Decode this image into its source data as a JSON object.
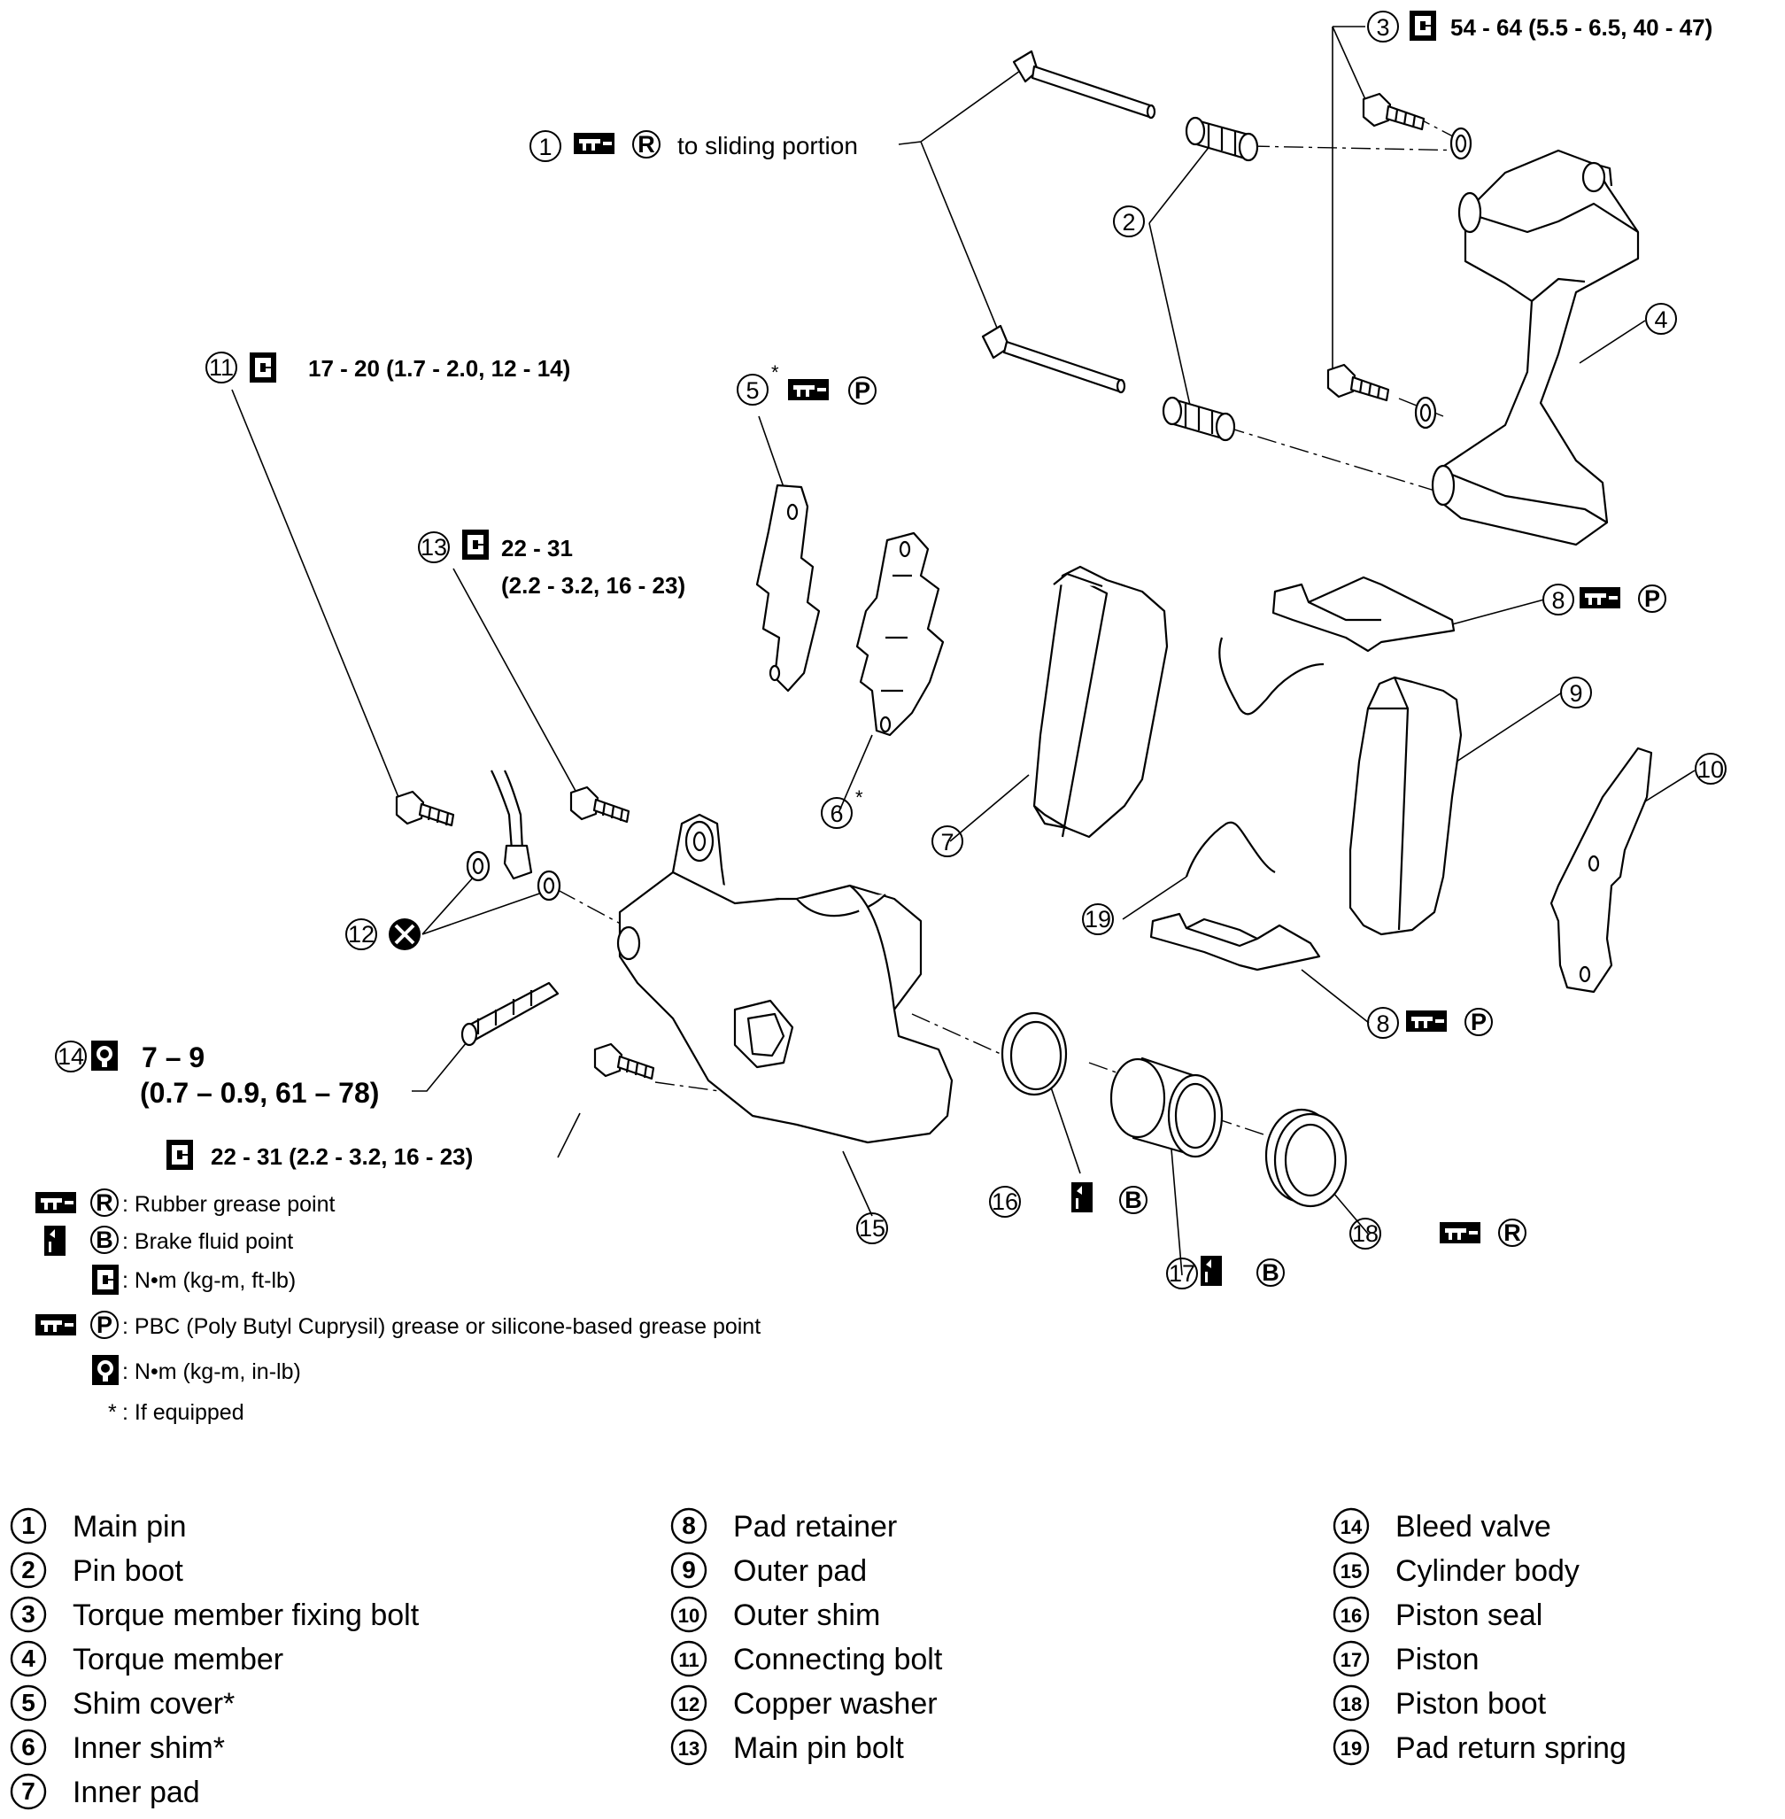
{
  "callouts": {
    "c1": {
      "num": "1",
      "text": "to sliding portion"
    },
    "c2": {
      "num": "2"
    },
    "c3": {
      "num": "3",
      "torque": "54 - 64 (5.5 - 6.5, 40 - 47)"
    },
    "c4": {
      "num": "4"
    },
    "c5": {
      "num": "5",
      "star": "*"
    },
    "c6": {
      "num": "6",
      "star": "*"
    },
    "c7": {
      "num": "7"
    },
    "c8a": {
      "num": "8"
    },
    "c8b": {
      "num": "8"
    },
    "c9": {
      "num": "9"
    },
    "c10": {
      "num": "10"
    },
    "c11": {
      "num": "11",
      "torque": "17 - 20 (1.7 - 2.0, 12 - 14)"
    },
    "c12": {
      "num": "12"
    },
    "c13": {
      "num": "13",
      "torque_line1": "22 - 31",
      "torque_line2": "(2.2 - 3.2, 16 - 23)"
    },
    "c14": {
      "num": "14",
      "torque_line1": "7 – 9",
      "torque_line2": "(0.7 – 0.9, 61 – 78)"
    },
    "c15": {
      "num": "15",
      "torque": "22 - 31 (2.2 - 3.2, 16 - 23)"
    },
    "c16": {
      "num": "16"
    },
    "c17": {
      "num": "17"
    },
    "c18": {
      "num": "18"
    },
    "c19": {
      "num": "19"
    }
  },
  "symbols": {
    "R": "R",
    "P": "P",
    "B": "B"
  },
  "key": {
    "rubber_grease": ": Rubber grease point",
    "brake_fluid": ": Brake fluid point",
    "torque_ftlb": ": N•m (kg-m, ft-lb)",
    "pbc": ": PBC (Poly Butyl Cuprysil) grease or silicone-based grease point",
    "torque_inlb": ": N•m (kg-m, in-lb)",
    "if_equipped_star": "*",
    "if_equipped": ": If equipped"
  },
  "parts": [
    {
      "num": "1",
      "name": "Main pin"
    },
    {
      "num": "2",
      "name": "Pin boot"
    },
    {
      "num": "3",
      "name": "Torque member fixing bolt"
    },
    {
      "num": "4",
      "name": "Torque member"
    },
    {
      "num": "5",
      "name": "Shim cover*"
    },
    {
      "num": "6",
      "name": "Inner shim*"
    },
    {
      "num": "7",
      "name": "Inner pad"
    },
    {
      "num": "8",
      "name": "Pad retainer"
    },
    {
      "num": "9",
      "name": "Outer pad"
    },
    {
      "num": "10",
      "name": "Outer shim"
    },
    {
      "num": "11",
      "name": "Connecting bolt"
    },
    {
      "num": "12",
      "name": "Copper washer"
    },
    {
      "num": "13",
      "name": "Main pin bolt"
    },
    {
      "num": "14",
      "name": "Bleed valve"
    },
    {
      "num": "15",
      "name": "Cylinder body"
    },
    {
      "num": "16",
      "name": "Piston seal"
    },
    {
      "num": "17",
      "name": "Piston"
    },
    {
      "num": "18",
      "name": "Piston boot"
    },
    {
      "num": "19",
      "name": "Pad return spring"
    }
  ]
}
